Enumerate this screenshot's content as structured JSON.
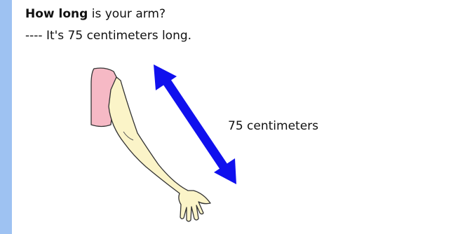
{
  "question": {
    "bold_part": "How long",
    "rest": " is your arm?"
  },
  "answer": "---- It's 75 centimeters long.",
  "illustration": {
    "arrow_label": "75 centimeters",
    "arrow_icon": "double-headed-arrow-icon",
    "arrow_color": "#1010ee",
    "sleeve_color": "#f6b9c5",
    "skin_color": "#fbf4c8"
  }
}
